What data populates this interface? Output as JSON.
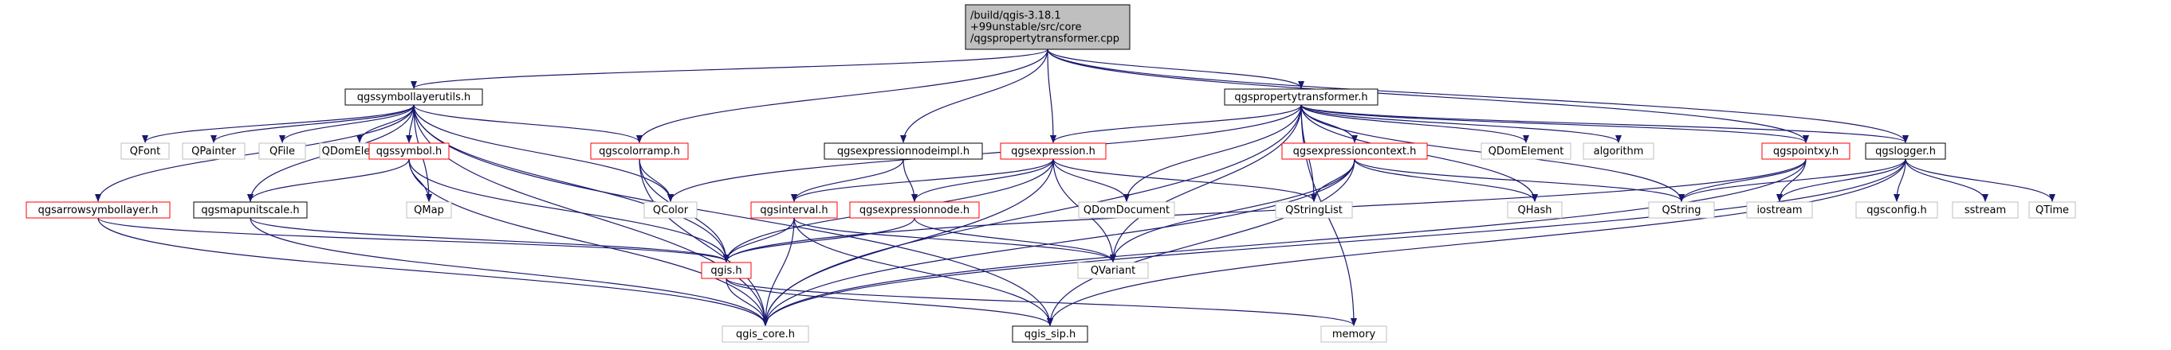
{
  "colors": {
    "edge": "#191970",
    "node_fill": "#ffffff",
    "root_fill": "#bfbfbf",
    "border_black": "#000000",
    "border_red": "#ff0000",
    "border_gray": "#bfbfbf",
    "text": "#000000"
  },
  "nodes": [
    {
      "id": "root",
      "label": [
        "/build/qgis-3.18.1",
        "+99unstable/src/core",
        "/qgspropertytransformer.cpp"
      ],
      "border": "black",
      "fill": "root"
    },
    {
      "id": "symbollayerutils",
      "label": [
        "qgssymbollayerutils.h"
      ],
      "border": "black"
    },
    {
      "id": "propertytransformer",
      "label": [
        "qgspropertytransformer.h"
      ],
      "border": "black"
    },
    {
      "id": "qfont",
      "label": [
        "QFont"
      ],
      "border": "gray"
    },
    {
      "id": "qpainter",
      "label": [
        "QPainter"
      ],
      "border": "gray"
    },
    {
      "id": "qfile",
      "label": [
        "QFile"
      ],
      "border": "gray"
    },
    {
      "id": "qdomelement_a",
      "label": [
        "QDomElement"
      ],
      "border": "gray"
    },
    {
      "id": "qgssymbol",
      "label": [
        "qgssymbol.h"
      ],
      "border": "red"
    },
    {
      "id": "colorramp",
      "label": [
        "qgscolorramp.h"
      ],
      "border": "red"
    },
    {
      "id": "exprnodeimpl",
      "label": [
        "qgsexpressionnodeimpl.h"
      ],
      "border": "black"
    },
    {
      "id": "expression",
      "label": [
        "qgsexpression.h"
      ],
      "border": "red"
    },
    {
      "id": "exprcontext",
      "label": [
        "qgsexpressioncontext.h"
      ],
      "border": "red"
    },
    {
      "id": "qdomelement_b",
      "label": [
        "QDomElement"
      ],
      "border": "gray"
    },
    {
      "id": "algorithm",
      "label": [
        "algorithm"
      ],
      "border": "gray"
    },
    {
      "id": "pointxy",
      "label": [
        "qgspointxy.h"
      ],
      "border": "red"
    },
    {
      "id": "logger",
      "label": [
        "qgslogger.h"
      ],
      "border": "black"
    },
    {
      "id": "arrowsymbollayer",
      "label": [
        "qgsarrowsymbollayer.h"
      ],
      "border": "red"
    },
    {
      "id": "mapunitscale",
      "label": [
        "qgsmapunitscale.h"
      ],
      "border": "black"
    },
    {
      "id": "qmap",
      "label": [
        "QMap"
      ],
      "border": "gray"
    },
    {
      "id": "qcolor",
      "label": [
        "QColor"
      ],
      "border": "gray"
    },
    {
      "id": "interval",
      "label": [
        "qgsinterval.h"
      ],
      "border": "red"
    },
    {
      "id": "exprnode",
      "label": [
        "qgsexpressionnode.h"
      ],
      "border": "red"
    },
    {
      "id": "qdomdocument",
      "label": [
        "QDomDocument"
      ],
      "border": "gray"
    },
    {
      "id": "qstringlist",
      "label": [
        "QStringList"
      ],
      "border": "gray"
    },
    {
      "id": "qhash",
      "label": [
        "QHash"
      ],
      "border": "gray"
    },
    {
      "id": "qstring",
      "label": [
        "QString"
      ],
      "border": "gray"
    },
    {
      "id": "iostream",
      "label": [
        "iostream"
      ],
      "border": "gray"
    },
    {
      "id": "qgsconfig",
      "label": [
        "qgsconfig.h"
      ],
      "border": "gray"
    },
    {
      "id": "sstream",
      "label": [
        "sstream"
      ],
      "border": "gray"
    },
    {
      "id": "qtime",
      "label": [
        "QTime"
      ],
      "border": "gray"
    },
    {
      "id": "qgis",
      "label": [
        "qgis.h"
      ],
      "border": "red"
    },
    {
      "id": "qvariant",
      "label": [
        "QVariant"
      ],
      "border": "gray"
    },
    {
      "id": "qgis_core",
      "label": [
        "qgis_core.h"
      ],
      "border": "gray"
    },
    {
      "id": "qgis_sip",
      "label": [
        "qgis_sip.h"
      ],
      "border": "black"
    },
    {
      "id": "memory",
      "label": [
        "memory"
      ],
      "border": "gray"
    }
  ],
  "edges": [
    [
      "root",
      "symbollayerutils"
    ],
    [
      "root",
      "colorramp"
    ],
    [
      "root",
      "exprnodeimpl"
    ],
    [
      "root",
      "expression"
    ],
    [
      "root",
      "propertytransformer"
    ],
    [
      "root",
      "pointxy"
    ],
    [
      "root",
      "logger"
    ],
    [
      "symbollayerutils",
      "qfont"
    ],
    [
      "symbollayerutils",
      "qpainter"
    ],
    [
      "symbollayerutils",
      "qfile"
    ],
    [
      "symbollayerutils",
      "qdomelement_a"
    ],
    [
      "symbollayerutils",
      "qgssymbol"
    ],
    [
      "symbollayerutils",
      "colorramp"
    ],
    [
      "symbollayerutils",
      "qcolor"
    ],
    [
      "symbollayerutils",
      "arrowsymbollayer"
    ],
    [
      "symbollayerutils",
      "mapunitscale"
    ],
    [
      "symbollayerutils",
      "qmap"
    ],
    [
      "symbollayerutils",
      "qgis"
    ],
    [
      "symbollayerutils",
      "qgis_core"
    ],
    [
      "symbollayerutils",
      "qgis_sip"
    ],
    [
      "propertytransformer",
      "expression"
    ],
    [
      "propertytransformer",
      "exprcontext"
    ],
    [
      "propertytransformer",
      "qdomelement_b"
    ],
    [
      "propertytransformer",
      "algorithm"
    ],
    [
      "propertytransformer",
      "pointxy"
    ],
    [
      "propertytransformer",
      "logger"
    ],
    [
      "propertytransformer",
      "qcolor"
    ],
    [
      "propertytransformer",
      "qdomdocument"
    ],
    [
      "propertytransformer",
      "qstringlist"
    ],
    [
      "propertytransformer",
      "qhash"
    ],
    [
      "propertytransformer",
      "qstring"
    ],
    [
      "propertytransformer",
      "qvariant"
    ],
    [
      "propertytransformer",
      "qgis_core"
    ],
    [
      "propertytransformer",
      "memory"
    ],
    [
      "qgssymbol",
      "mapunitscale"
    ],
    [
      "qgssymbol",
      "qmap"
    ],
    [
      "qgssymbol",
      "qgis"
    ],
    [
      "qgssymbol",
      "qgis_core"
    ],
    [
      "colorramp",
      "qcolor"
    ],
    [
      "colorramp",
      "qgis"
    ],
    [
      "colorramp",
      "qgis_core"
    ],
    [
      "exprnodeimpl",
      "interval"
    ],
    [
      "exprnodeimpl",
      "exprnode"
    ],
    [
      "expression",
      "interval"
    ],
    [
      "expression",
      "exprnode"
    ],
    [
      "expression",
      "qdomdocument"
    ],
    [
      "expression",
      "qstringlist"
    ],
    [
      "expression",
      "qvariant"
    ],
    [
      "expression",
      "qgis"
    ],
    [
      "expression",
      "qgis_core"
    ],
    [
      "exprcontext",
      "qstringlist"
    ],
    [
      "exprcontext",
      "qhash"
    ],
    [
      "exprcontext",
      "qstring"
    ],
    [
      "exprcontext",
      "qvariant"
    ],
    [
      "exprcontext",
      "qgis_core"
    ],
    [
      "exprcontext",
      "qgis_sip"
    ],
    [
      "pointxy",
      "qstring"
    ],
    [
      "pointxy",
      "iostream"
    ],
    [
      "pointxy",
      "qgis"
    ],
    [
      "pointxy",
      "qgis_core"
    ],
    [
      "logger",
      "qstring"
    ],
    [
      "logger",
      "iostream"
    ],
    [
      "logger",
      "qgsconfig"
    ],
    [
      "logger",
      "sstream"
    ],
    [
      "logger",
      "qtime"
    ],
    [
      "logger",
      "qgis_core"
    ],
    [
      "logger",
      "qgis_sip"
    ],
    [
      "arrowsymbollayer",
      "qgis"
    ],
    [
      "arrowsymbollayer",
      "qgis_core"
    ],
    [
      "mapunitscale",
      "qgis"
    ],
    [
      "mapunitscale",
      "qgis_core"
    ],
    [
      "interval",
      "qgis"
    ],
    [
      "interval",
      "qvariant"
    ],
    [
      "interval",
      "qgis_core"
    ],
    [
      "interval",
      "qgis_sip"
    ],
    [
      "exprnode",
      "qgis"
    ],
    [
      "exprnode",
      "qvariant"
    ],
    [
      "qgis",
      "qgis_core"
    ],
    [
      "qgis",
      "qgis_sip"
    ],
    [
      "qgis",
      "memory"
    ]
  ]
}
